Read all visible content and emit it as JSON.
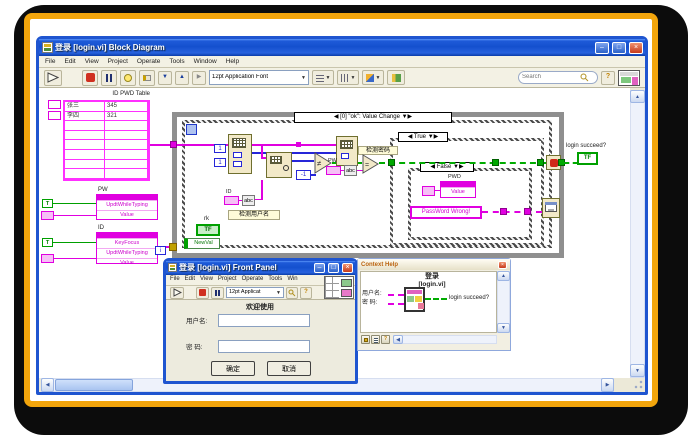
{
  "glyphs": {
    "up": "▲",
    "down": "▼",
    "left": "◀",
    "right": "▶",
    "minimize": "–",
    "maximize": "□",
    "close": "×",
    "question": "?"
  },
  "main_window": {
    "title": "登录  [login.vi] Block Diagram",
    "menu": [
      "File",
      "Edit",
      "View",
      "Project",
      "Operate",
      "Tools",
      "Window",
      "Help"
    ],
    "toolbar": {
      "font_selector": "12pt Application Font",
      "search_placeholder": "Search"
    }
  },
  "diagram": {
    "table_label": "ID PWD Table",
    "table_rows": [
      [
        "张三",
        "345"
      ],
      [
        "李四",
        "321"
      ],
      [
        "",
        ""
      ],
      [
        "",
        ""
      ],
      [
        "",
        ""
      ],
      [
        "",
        ""
      ],
      [
        "",
        ""
      ],
      [
        "",
        ""
      ]
    ],
    "pw_node": {
      "label": "PW",
      "rows": [
        "UpdtWhileTyping",
        "Value"
      ]
    },
    "id_node": {
      "label": "ID",
      "rows": [
        "KeyFocus",
        "UpdtWhileTyping",
        "Value"
      ]
    },
    "bool_const": "T",
    "event_header": "◀ [0] \"ok\": Value Change   ▼▶",
    "true_header": "◀ True ▼▶",
    "false_header": "◀ False ▼▶",
    "idx_const_1": "1",
    "idx_const_2": "1",
    "minus_one": "-1",
    "neq": "≠",
    "eq": "=",
    "id_ref_label": "ID",
    "pw_ref_label": "PW",
    "abc": "abc",
    "check_user_label": "检测用户名",
    "check_pwd_label": "检测密码",
    "rk_label": "rk",
    "tf": "TF",
    "newval_label": "NewVal",
    "pwd_node": {
      "label": "PWD",
      "rows": [
        "Value"
      ]
    },
    "pwd_wrong_const": "PassWord Wrong!",
    "login_succeed_label": "login succeed?",
    "iteration": "i"
  },
  "front_panel": {
    "title": "登录  [login.vi] Front Panel",
    "menu": [
      "File",
      "Edit",
      "View",
      "Project",
      "Operate",
      "Tools",
      "Win"
    ],
    "font_selector": "12pt Applicat",
    "welcome": "欢迎使用",
    "username_label": "用户名:",
    "password_label": "密 码:",
    "ok_button": "确定",
    "cancel_button": "取消"
  },
  "context_help": {
    "title": "Context Help",
    "vi_name": "登录",
    "vi_file": "[login.vi]",
    "input_username": "用户名:",
    "input_password": "密 码:",
    "output_label": "login succeed?"
  }
}
